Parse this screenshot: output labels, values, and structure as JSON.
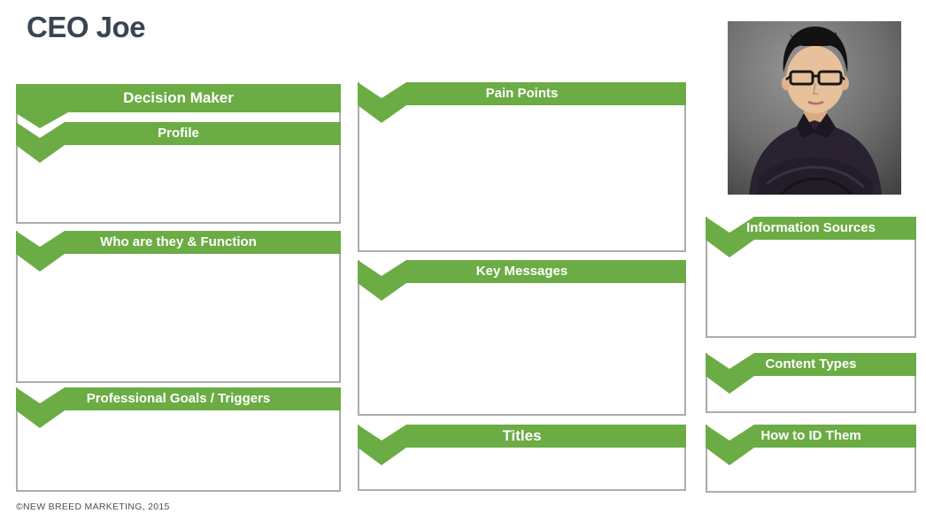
{
  "page": {
    "title": "CEO Joe",
    "footer": "©NEW BREED MARKETING, 2015"
  },
  "colors": {
    "green": "#6BAC44",
    "border": "#ACACAC",
    "title": "#3A4452",
    "header_text": "#FFFFFF",
    "footer_text": "#4F4F4F"
  },
  "sections": {
    "decision_maker": {
      "title": "Decision Maker",
      "subtitle": "Profile"
    },
    "who": {
      "title": "Who are they & Function"
    },
    "goals": {
      "title": "Professional Goals / Triggers"
    },
    "pain": {
      "title": "Pain Points"
    },
    "key_messages": {
      "title": "Key Messages"
    },
    "titles": {
      "title": "Titles"
    },
    "info_sources": {
      "title": "Information Sources"
    },
    "content_types": {
      "title": "Content Types"
    },
    "how_to_id": {
      "title": "How to ID Them"
    }
  },
  "photo": {
    "description": "Man with glasses and dark jacket, arms crossed, gray studio background"
  }
}
